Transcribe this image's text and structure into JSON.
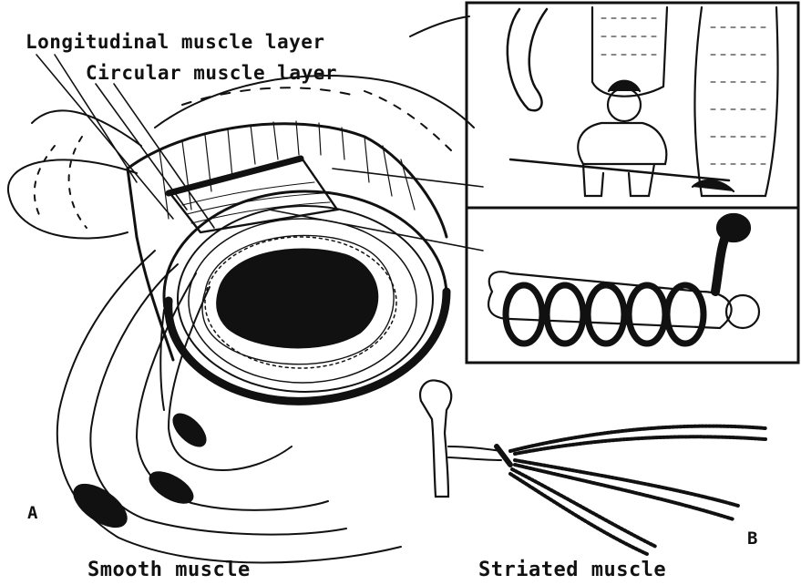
{
  "labels": {
    "longitudinal": "Longitudinal muscle layer",
    "circular": "Circular muscle layer",
    "smooth": "Smooth muscle",
    "striated": "Striated muscle",
    "panel_a": "A",
    "panel_b": "B"
  },
  "colors": {
    "ink": "#111111",
    "paper": "#ffffff"
  }
}
